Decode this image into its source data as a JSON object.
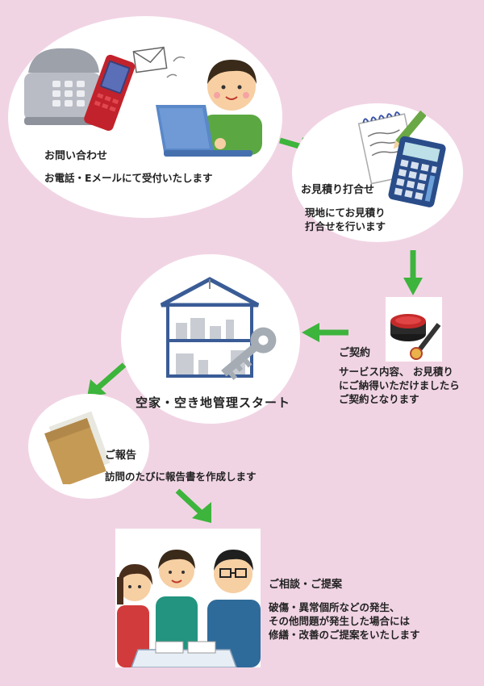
{
  "steps": {
    "inquiry": {
      "title": "お問い合わせ",
      "desc": "お電話・Eメールにて受付いたします"
    },
    "estimate": {
      "title": "お見積り打合せ",
      "desc_lines": [
        "現地にてお見積り",
        "打合せを行います"
      ]
    },
    "contract": {
      "title": "ご契約",
      "desc_lines": [
        "サービス内容、 お見積り",
        "にご納得いただけましたら",
        "ご契約となります"
      ]
    },
    "start": {
      "title": "空家・空き地管理スタート"
    },
    "report": {
      "title": "ご報告",
      "desc": "訪問のたびに報告書を作成します"
    },
    "consult": {
      "title": "ご相談・ご提案",
      "desc_lines": [
        "破傷・異常個所などの発生、",
        "その他問題が発生した場合には",
        "修繕・改善のご提案をいたします"
      ]
    }
  },
  "colors": {
    "background": "#f1d4e4",
    "arrow": "#3db43c",
    "panel": "#ffffff"
  },
  "icons": [
    "phone-icon",
    "mail-icon",
    "laptop-person-icon",
    "notepad-icon",
    "calculator-icon",
    "seal-stamp-icon",
    "house-icon",
    "key-icon",
    "envelope-icon",
    "meeting-people-icon"
  ]
}
